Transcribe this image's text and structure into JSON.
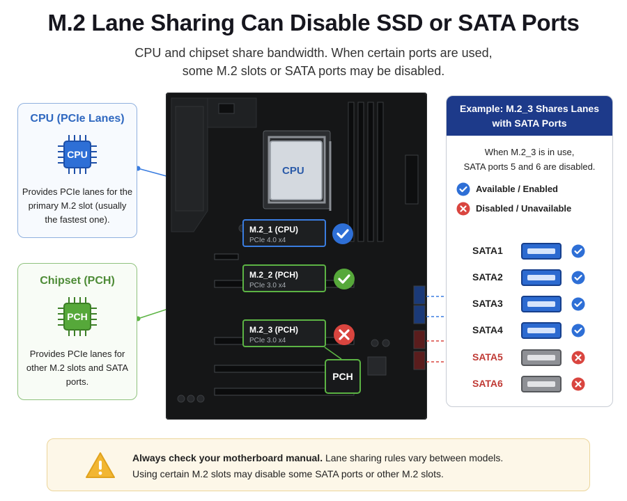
{
  "title": "M.2 Lane Sharing Can Disable SSD or SATA Ports",
  "subtitle_line1": "CPU and chipset share bandwidth. When certain ports are used,",
  "subtitle_line2": "some M.2 slots or SATA ports may be disabled.",
  "cpu_card": {
    "title": "CPU (PCIe Lanes)",
    "chip_label": "CPU",
    "description": "Provides PCIe lanes for the primary M.2 slot (usually the fastest one)."
  },
  "pch_card": {
    "title": "Chipset (PCH)",
    "chip_label": "PCH",
    "description": "Provides PCIe lanes for other M.2 slots and SATA ports."
  },
  "board": {
    "cpu_label": "CPU",
    "pch_label": "PCH",
    "slots": [
      {
        "name": "M.2_1 (CPU)",
        "spec": "PCIe 4.0 x4",
        "status": "enabled"
      },
      {
        "name": "M.2_2 (PCH)",
        "spec": "PCIe 3.0 x4",
        "status": "enabled"
      },
      {
        "name": "M.2_3 (PCH)",
        "spec": "PCIe 3.0 x4",
        "status": "disabled"
      }
    ]
  },
  "example": {
    "header_line1": "Example: M.2_3 Shares Lanes",
    "header_line2": "with SATA Ports",
    "desc_line1": "When M.2_3 is in use,",
    "desc_line2": "SATA ports 5 and 6 are disabled.",
    "legend_available": "Available / Enabled",
    "legend_disabled": "Disabled / Unavailable"
  },
  "sata_ports": [
    {
      "label": "SATA1",
      "status": "enabled"
    },
    {
      "label": "SATA2",
      "status": "enabled"
    },
    {
      "label": "SATA3",
      "status": "enabled"
    },
    {
      "label": "SATA4",
      "status": "enabled"
    },
    {
      "label": "SATA5",
      "status": "disabled"
    },
    {
      "label": "SATA6",
      "status": "disabled"
    }
  ],
  "warning": {
    "bold": "Always check your motherboard manual.",
    "rest": " Lane sharing rules vary between models.",
    "line2": "Using certain M.2 slots may disable some SATA ports or other M.2 slots."
  },
  "colors": {
    "cpu_blue": "#2e6fd6",
    "pch_green": "#56a83a",
    "disabled_red": "#d9453f",
    "header_navy": "#1d3a8a"
  }
}
